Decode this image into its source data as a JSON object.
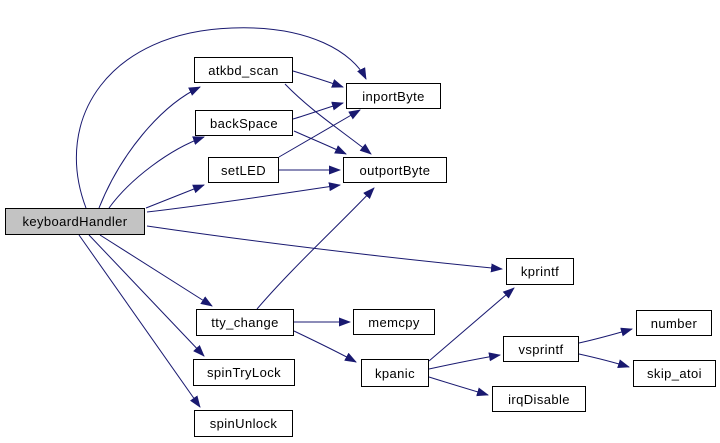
{
  "diagram": {
    "kind": "call-graph",
    "root": "keyboardHandler",
    "nodes": {
      "keyboardHandler": {
        "label": "keyboardHandler",
        "highlighted": true
      },
      "atkbd_scan": {
        "label": "atkbd_scan"
      },
      "backSpace": {
        "label": "backSpace"
      },
      "setLED": {
        "label": "setLED"
      },
      "inportByte": {
        "label": "inportByte"
      },
      "outportByte": {
        "label": "outportByte"
      },
      "kprintf": {
        "label": "kprintf"
      },
      "tty_change": {
        "label": "tty_change"
      },
      "memcpy": {
        "label": "memcpy"
      },
      "spinTryLock": {
        "label": "spinTryLock"
      },
      "spinUnlock": {
        "label": "spinUnlock"
      },
      "kpanic": {
        "label": "kpanic"
      },
      "vsprintf": {
        "label": "vsprintf"
      },
      "number": {
        "label": "number"
      },
      "skip_atoi": {
        "label": "skip_atoi"
      },
      "irqDisable": {
        "label": "irqDisable"
      }
    },
    "edges": [
      {
        "from": "keyboardHandler",
        "to": "atkbd_scan"
      },
      {
        "from": "keyboardHandler",
        "to": "backSpace"
      },
      {
        "from": "keyboardHandler",
        "to": "setLED"
      },
      {
        "from": "keyboardHandler",
        "to": "inportByte"
      },
      {
        "from": "keyboardHandler",
        "to": "outportByte"
      },
      {
        "from": "keyboardHandler",
        "to": "kprintf"
      },
      {
        "from": "keyboardHandler",
        "to": "tty_change"
      },
      {
        "from": "keyboardHandler",
        "to": "spinTryLock"
      },
      {
        "from": "keyboardHandler",
        "to": "spinUnlock"
      },
      {
        "from": "atkbd_scan",
        "to": "inportByte"
      },
      {
        "from": "atkbd_scan",
        "to": "outportByte"
      },
      {
        "from": "backSpace",
        "to": "inportByte"
      },
      {
        "from": "backSpace",
        "to": "outportByte"
      },
      {
        "from": "setLED",
        "to": "inportByte"
      },
      {
        "from": "setLED",
        "to": "outportByte"
      },
      {
        "from": "tty_change",
        "to": "outportByte"
      },
      {
        "from": "tty_change",
        "to": "memcpy"
      },
      {
        "from": "tty_change",
        "to": "kpanic"
      },
      {
        "from": "kpanic",
        "to": "kprintf"
      },
      {
        "from": "kpanic",
        "to": "vsprintf"
      },
      {
        "from": "kpanic",
        "to": "irqDisable"
      },
      {
        "from": "vsprintf",
        "to": "number"
      },
      {
        "from": "vsprintf",
        "to": "skip_atoi"
      }
    ],
    "colors": {
      "edge": "#191970",
      "node_border": "#000000",
      "node_fill": "#ffffff",
      "root_fill": "#c3c3c3",
      "text": "#000000",
      "background": "#ffffff"
    }
  }
}
